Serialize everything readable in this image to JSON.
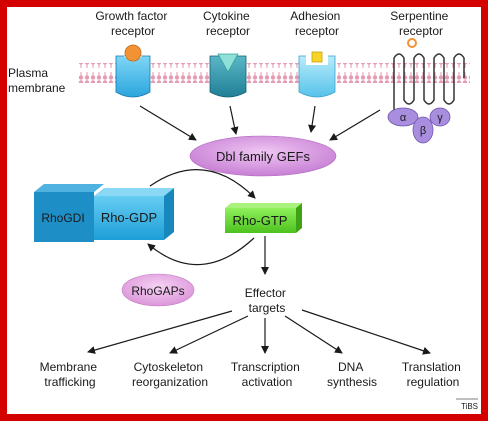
{
  "receptors": [
    {
      "line1": "Growth factor",
      "line2": "receptor"
    },
    {
      "line1": "Cytokine",
      "line2": "receptor"
    },
    {
      "line1": "Adhesion",
      "line2": "receptor"
    },
    {
      "line1": "Serpentine",
      "line2": "receptor"
    }
  ],
  "membrane": {
    "line1": "Plasma",
    "line2": "membrane"
  },
  "g_protein": {
    "alpha": "α",
    "beta": "β",
    "gamma": "γ"
  },
  "nodes": {
    "dbl": "Dbl family GEFs",
    "rhogdi": "RhoGDI",
    "rho_gdp": "Rho-GDP",
    "rho_gtp": "Rho-GTP",
    "rhogaps": "RhoGAPs",
    "effector_line1": "Effector",
    "effector_line2": "targets"
  },
  "outputs": [
    {
      "line1": "Membrane",
      "line2": "trafficking"
    },
    {
      "line1": "Cytoskeleton",
      "line2": "reorganization"
    },
    {
      "line1": "Transcription",
      "line2": "activation"
    },
    {
      "line1": "DNA",
      "line2": "synthesis"
    },
    {
      "line1": "Translation",
      "line2": "regulation"
    }
  ],
  "credit": "TiBS",
  "colors": {
    "frame": "#d40000",
    "membrane": "#e9a6b9",
    "dbl": "#d99be0",
    "rho_gdp": "#33b5e8",
    "rhogdi": "#1e8fc6",
    "rho_gtp": "#66dd33",
    "rhogaps": "#e8a8e6",
    "gprotein": "#a98ee0"
  }
}
